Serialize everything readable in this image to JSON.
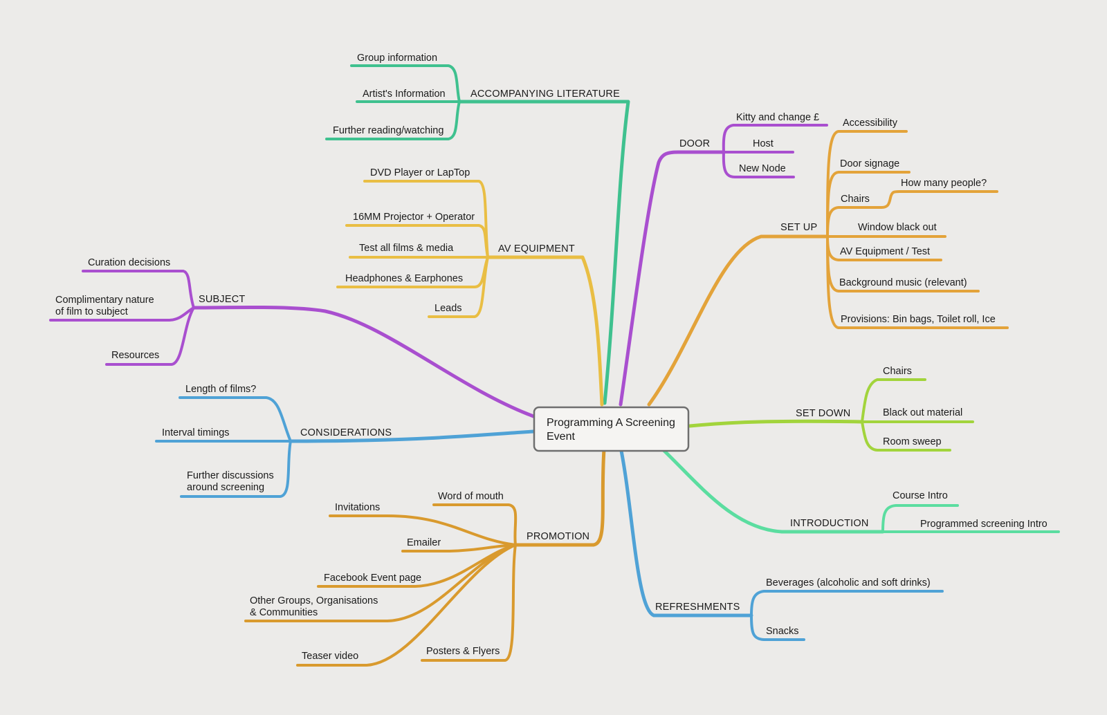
{
  "center": {
    "line1": "Programming A Screening",
    "line2": "Event"
  },
  "colors": {
    "green": "#3fc18f",
    "yellow": "#e9be44",
    "purple": "#a94fcf",
    "blue": "#4fa2d6",
    "promo": "#d99a2e",
    "orange": "#e3a33a",
    "lime": "#a2d43c",
    "mint": "#5bdda0"
  },
  "branches": {
    "accompanying_literature": {
      "label": "ACCOMPANYING LITERATURE",
      "items": [
        "Group information",
        "Artist's Information",
        "Further reading/watching"
      ]
    },
    "av_equipment": {
      "label": "AV EQUIPMENT",
      "items": [
        "DVD Player or LapTop",
        "16MM Projector + Operator",
        "Test all films & media",
        "Headphones & Earphones",
        "Leads"
      ]
    },
    "subject": {
      "label": "SUBJECT",
      "items": [
        "Curation decisions",
        "Complimentary nature",
        "of film to subject",
        "Resources"
      ]
    },
    "considerations": {
      "label": "CONSIDERATIONS",
      "items": [
        "Length of films?",
        "Interval timings",
        "Further discussions",
        "around screening"
      ]
    },
    "promotion": {
      "label": "PROMOTION",
      "items": [
        "Word of mouth",
        "Invitations",
        "Emailer",
        "Facebook Event page",
        "Other Groups, Organisations",
        "& Communities",
        "Teaser video",
        "Posters & Flyers"
      ]
    },
    "door": {
      "label": "DOOR",
      "items": [
        "Kitty and change £",
        "Host",
        "New Node"
      ]
    },
    "set_up": {
      "label": "SET UP",
      "items": [
        "Accessibility",
        "Door signage",
        "Chairs",
        "How many people?",
        "Window black out",
        "AV Equipment / Test",
        "Background music (relevant)",
        "Provisions: Bin bags, Toilet roll, Ice"
      ]
    },
    "set_down": {
      "label": "SET DOWN",
      "items": [
        "Chairs",
        "Black out material",
        "Room sweep"
      ]
    },
    "introduction": {
      "label": "INTRODUCTION",
      "items": [
        "Course Intro",
        "Programmed screening Intro"
      ]
    },
    "refreshments": {
      "label": "REFRESHMENTS",
      "items": [
        "Beverages (alcoholic and soft drinks)",
        "Snacks"
      ]
    }
  }
}
